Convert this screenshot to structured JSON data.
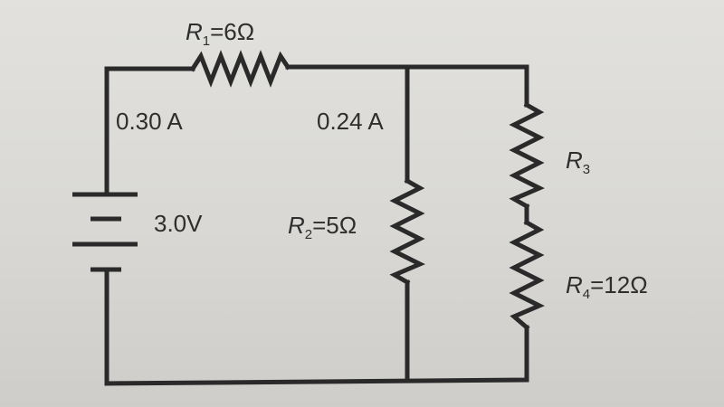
{
  "labels": {
    "r1": {
      "symbol": "R",
      "sub": "1",
      "value": "=6Ω"
    },
    "r2": {
      "symbol": "R",
      "sub": "2",
      "value": "=5Ω"
    },
    "r3": {
      "symbol": "R",
      "sub": "3"
    },
    "r4": {
      "symbol": "R",
      "sub": "4",
      "value": "=12Ω"
    },
    "current_main": "0.30 A",
    "current_branch": "0.24 A",
    "battery_voltage": "3.0V"
  },
  "colors": {
    "background": "#dcdbd7",
    "ink": "#2a2a2a"
  }
}
